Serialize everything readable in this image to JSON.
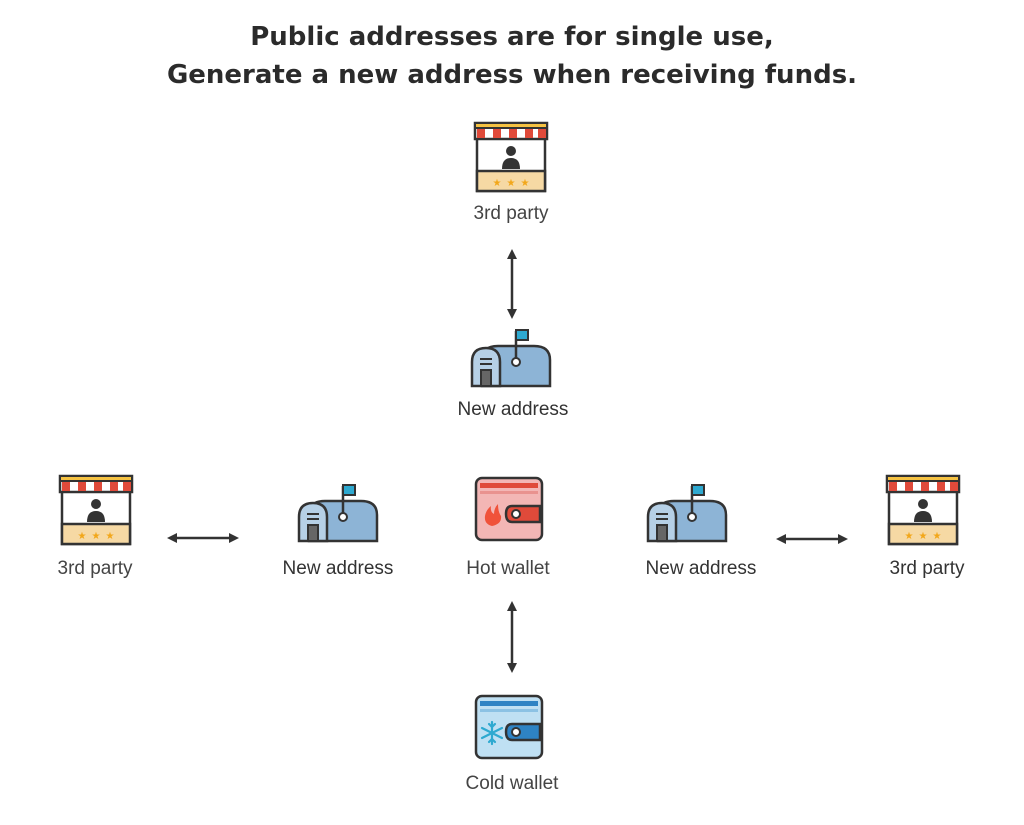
{
  "title": {
    "line1": "Public addresses are for single use,",
    "line2": "Generate a new address when receiving funds."
  },
  "nodes": {
    "third_party_top": {
      "label": "3rd party",
      "icon": "store-icon"
    },
    "new_address_top": {
      "label": "New address",
      "icon": "mailbox-icon"
    },
    "third_party_left": {
      "label": "3rd party",
      "icon": "store-icon"
    },
    "new_address_left": {
      "label": "New address",
      "icon": "mailbox-icon"
    },
    "hot_wallet": {
      "label": "Hot wallet",
      "icon": "hot-wallet-icon"
    },
    "new_address_right": {
      "label": "New address",
      "icon": "mailbox-icon"
    },
    "third_party_right": {
      "label": "3rd party",
      "icon": "store-icon"
    },
    "cold_wallet": {
      "label": "Cold wallet",
      "icon": "cold-wallet-icon"
    }
  },
  "colors": {
    "awning_red": "#e04a3a",
    "awning_yellow": "#f5c242",
    "counter": "#f6d9a4",
    "star": "#f2a71b",
    "mailbox": "#8db4d6",
    "flag": "#2ea9d0",
    "hot_wallet": "#f3b6b5",
    "hot_flame": "#f0523a",
    "cold_wallet": "#bfe0f3",
    "cold_snow": "#2ea9d0",
    "arrow": "#333333"
  }
}
